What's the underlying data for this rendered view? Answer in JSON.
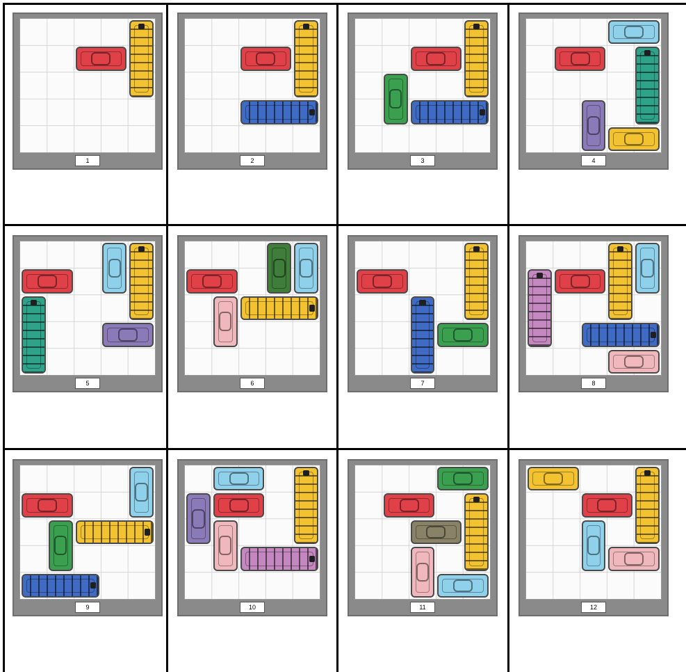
{
  "colors": {
    "red": "#e04048",
    "yellow": "#f2c230",
    "blue": "#3f6bc4",
    "green": "#3aa050",
    "lightblue": "#8fd0ea",
    "teal": "#2fa38a",
    "purple": "#8a7bb8",
    "pink": "#f0b8bc",
    "darkgreen": "#3f7d3a",
    "magenta": "#c487c0",
    "olive": "#8a8266"
  },
  "puzzles": [
    {
      "label": "1",
      "vehicles": [
        {
          "color": "red",
          "row": 1,
          "col": 2,
          "len": 2,
          "dir": "h",
          "kind": "car"
        },
        {
          "color": "yellow",
          "row": 0,
          "col": 4,
          "len": 3,
          "dir": "v",
          "kind": "truck"
        }
      ]
    },
    {
      "label": "2",
      "vehicles": [
        {
          "color": "red",
          "row": 1,
          "col": 2,
          "len": 2,
          "dir": "h",
          "kind": "car"
        },
        {
          "color": "yellow",
          "row": 0,
          "col": 4,
          "len": 3,
          "dir": "v",
          "kind": "truck"
        },
        {
          "color": "blue",
          "row": 3,
          "col": 2,
          "len": 3,
          "dir": "h",
          "kind": "truck"
        }
      ]
    },
    {
      "label": "3",
      "vehicles": [
        {
          "color": "red",
          "row": 1,
          "col": 2,
          "len": 2,
          "dir": "h",
          "kind": "car"
        },
        {
          "color": "yellow",
          "row": 0,
          "col": 4,
          "len": 3,
          "dir": "v",
          "kind": "truck"
        },
        {
          "color": "green",
          "row": 2,
          "col": 1,
          "len": 2,
          "dir": "v",
          "kind": "car"
        },
        {
          "color": "blue",
          "row": 3,
          "col": 2,
          "len": 3,
          "dir": "h",
          "kind": "truck"
        }
      ]
    },
    {
      "label": "4",
      "vehicles": [
        {
          "color": "lightblue",
          "row": 0,
          "col": 3,
          "len": 2,
          "dir": "h",
          "kind": "car"
        },
        {
          "color": "red",
          "row": 1,
          "col": 1,
          "len": 2,
          "dir": "h",
          "kind": "car"
        },
        {
          "color": "teal",
          "row": 1,
          "col": 4,
          "len": 3,
          "dir": "v",
          "kind": "truck"
        },
        {
          "color": "purple",
          "row": 3,
          "col": 2,
          "len": 2,
          "dir": "v",
          "kind": "car"
        },
        {
          "color": "yellow",
          "row": 4,
          "col": 3,
          "len": 2,
          "dir": "h",
          "kind": "car"
        }
      ]
    },
    {
      "label": "5",
      "vehicles": [
        {
          "color": "lightblue",
          "row": 0,
          "col": 3,
          "len": 2,
          "dir": "v",
          "kind": "car"
        },
        {
          "color": "yellow",
          "row": 0,
          "col": 4,
          "len": 3,
          "dir": "v",
          "kind": "truck"
        },
        {
          "color": "red",
          "row": 1,
          "col": 0,
          "len": 2,
          "dir": "h",
          "kind": "car"
        },
        {
          "color": "teal",
          "row": 2,
          "col": 0,
          "len": 3,
          "dir": "v",
          "kind": "truck"
        },
        {
          "color": "purple",
          "row": 3,
          "col": 3,
          "len": 2,
          "dir": "h",
          "kind": "car"
        }
      ]
    },
    {
      "label": "6",
      "vehicles": [
        {
          "color": "darkgreen",
          "row": 0,
          "col": 3,
          "len": 2,
          "dir": "v",
          "kind": "car"
        },
        {
          "color": "lightblue",
          "row": 0,
          "col": 4,
          "len": 2,
          "dir": "v",
          "kind": "car"
        },
        {
          "color": "red",
          "row": 1,
          "col": 0,
          "len": 2,
          "dir": "h",
          "kind": "car"
        },
        {
          "color": "pink",
          "row": 2,
          "col": 1,
          "len": 2,
          "dir": "v",
          "kind": "car"
        },
        {
          "color": "yellow",
          "row": 2,
          "col": 2,
          "len": 3,
          "dir": "h",
          "kind": "truck"
        }
      ]
    },
    {
      "label": "7",
      "vehicles": [
        {
          "color": "yellow",
          "row": 0,
          "col": 4,
          "len": 3,
          "dir": "v",
          "kind": "truck"
        },
        {
          "color": "red",
          "row": 1,
          "col": 0,
          "len": 2,
          "dir": "h",
          "kind": "car"
        },
        {
          "color": "blue",
          "row": 2,
          "col": 2,
          "len": 3,
          "dir": "v",
          "kind": "truck"
        },
        {
          "color": "green",
          "row": 3,
          "col": 3,
          "len": 2,
          "dir": "h",
          "kind": "car"
        }
      ]
    },
    {
      "label": "8",
      "vehicles": [
        {
          "color": "yellow",
          "row": 0,
          "col": 3,
          "len": 3,
          "dir": "v",
          "kind": "truck"
        },
        {
          "color": "lightblue",
          "row": 0,
          "col": 4,
          "len": 2,
          "dir": "v",
          "kind": "car"
        },
        {
          "color": "magenta",
          "row": 1,
          "col": 0,
          "len": 3,
          "dir": "v",
          "kind": "truck"
        },
        {
          "color": "red",
          "row": 1,
          "col": 1,
          "len": 2,
          "dir": "h",
          "kind": "car"
        },
        {
          "color": "blue",
          "row": 3,
          "col": 2,
          "len": 3,
          "dir": "h",
          "kind": "truck"
        },
        {
          "color": "pink",
          "row": 4,
          "col": 3,
          "len": 2,
          "dir": "h",
          "kind": "car"
        }
      ]
    },
    {
      "label": "9",
      "vehicles": [
        {
          "color": "lightblue",
          "row": 0,
          "col": 4,
          "len": 2,
          "dir": "v",
          "kind": "car"
        },
        {
          "color": "red",
          "row": 1,
          "col": 0,
          "len": 2,
          "dir": "h",
          "kind": "car"
        },
        {
          "color": "green",
          "row": 2,
          "col": 1,
          "len": 2,
          "dir": "v",
          "kind": "car"
        },
        {
          "color": "yellow",
          "row": 2,
          "col": 2,
          "len": 3,
          "dir": "h",
          "kind": "truck"
        },
        {
          "color": "blue",
          "row": 4,
          "col": 0,
          "len": 3,
          "dir": "h",
          "kind": "truck"
        }
      ]
    },
    {
      "label": "10",
      "vehicles": [
        {
          "color": "lightblue",
          "row": 0,
          "col": 1,
          "len": 2,
          "dir": "h",
          "kind": "car"
        },
        {
          "color": "yellow",
          "row": 0,
          "col": 4,
          "len": 3,
          "dir": "v",
          "kind": "truck"
        },
        {
          "color": "purple",
          "row": 1,
          "col": 0,
          "len": 2,
          "dir": "v",
          "kind": "car"
        },
        {
          "color": "red",
          "row": 1,
          "col": 1,
          "len": 2,
          "dir": "h",
          "kind": "car"
        },
        {
          "color": "pink",
          "row": 2,
          "col": 1,
          "len": 2,
          "dir": "v",
          "kind": "car"
        },
        {
          "color": "magenta",
          "row": 3,
          "col": 2,
          "len": 3,
          "dir": "h",
          "kind": "truck"
        }
      ]
    },
    {
      "label": "11",
      "vehicles": [
        {
          "color": "green",
          "row": 0,
          "col": 3,
          "len": 2,
          "dir": "h",
          "kind": "car"
        },
        {
          "color": "red",
          "row": 1,
          "col": 1,
          "len": 2,
          "dir": "h",
          "kind": "car"
        },
        {
          "color": "yellow",
          "row": 1,
          "col": 4,
          "len": 3,
          "dir": "v",
          "kind": "truck"
        },
        {
          "color": "olive",
          "row": 2,
          "col": 2,
          "len": 2,
          "dir": "h",
          "kind": "car"
        },
        {
          "color": "pink",
          "row": 3,
          "col": 2,
          "len": 2,
          "dir": "v",
          "kind": "car"
        },
        {
          "color": "lightblue",
          "row": 4,
          "col": 3,
          "len": 2,
          "dir": "h",
          "kind": "car"
        }
      ]
    },
    {
      "label": "12",
      "vehicles": [
        {
          "color": "yellow",
          "row": 0,
          "col": 0,
          "len": 2,
          "dir": "h",
          "kind": "car"
        },
        {
          "color": "yellow",
          "row": 0,
          "col": 4,
          "len": 3,
          "dir": "v",
          "kind": "truck"
        },
        {
          "color": "red",
          "row": 1,
          "col": 2,
          "len": 2,
          "dir": "h",
          "kind": "car"
        },
        {
          "color": "lightblue",
          "row": 2,
          "col": 2,
          "len": 2,
          "dir": "v",
          "kind": "car"
        },
        {
          "color": "pink",
          "row": 3,
          "col": 3,
          "len": 2,
          "dir": "h",
          "kind": "car"
        }
      ]
    }
  ]
}
